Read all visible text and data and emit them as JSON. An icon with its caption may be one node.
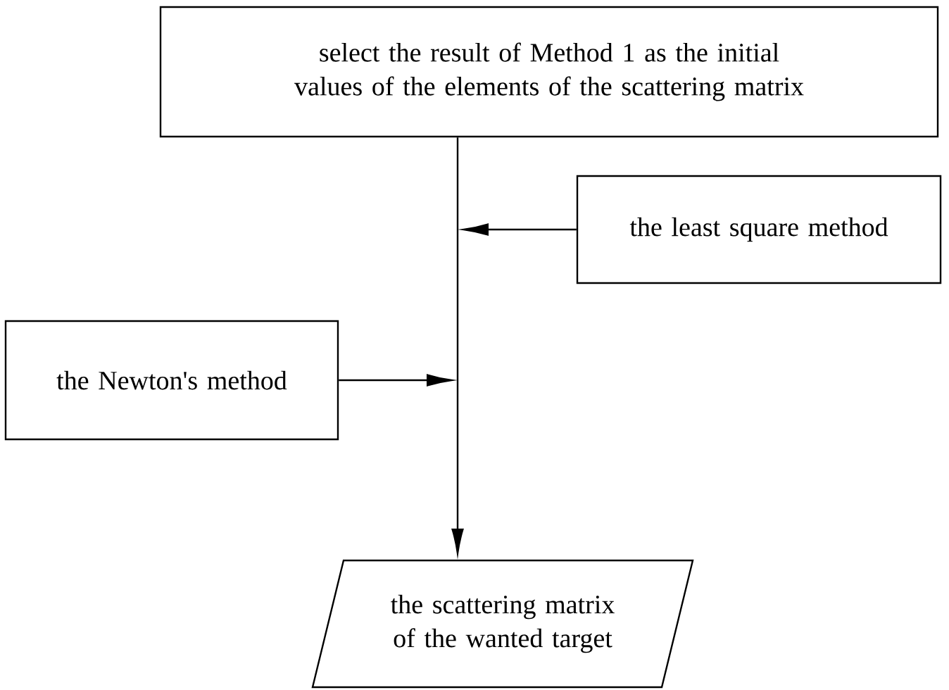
{
  "diagram": {
    "nodes": [
      {
        "text": [
          "select the result of Method 1 as the initial values of the elements of the scattering matrix"
        ]
      },
      {
        "text": [
          "the least square method"
        ]
      },
      {
        "text": [
          "the Newton's method"
        ]
      },
      {
        "text": [
          "the scattering matrix of the wanted target"
        ]
      }
    ],
    "edges": [
      {
        "from": 0,
        "to": 3,
        "arrow": "to"
      },
      {
        "from": 1,
        "to": null,
        "arrow": "to"
      },
      {
        "from": 2,
        "to": null,
        "arrow": "to"
      }
    ]
  }
}
